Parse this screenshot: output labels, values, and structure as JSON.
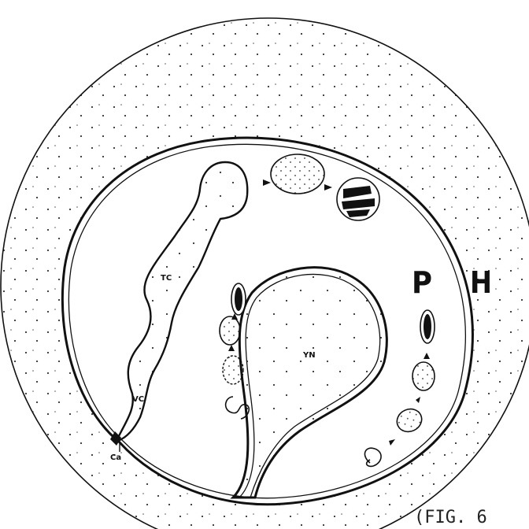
{
  "labels": {
    "p": "P",
    "h": "H",
    "tc": "TC",
    "vc": "VC",
    "yn": "YN",
    "ca": "Ca",
    "caption": "(FIG.  6"
  },
  "colors": {
    "ink": "#111111",
    "stipple": "#333333",
    "paper": "#ffffff"
  }
}
